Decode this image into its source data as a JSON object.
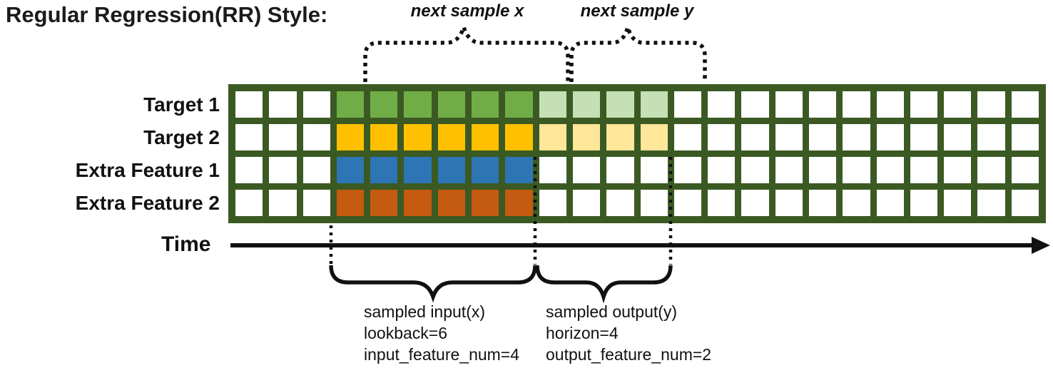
{
  "title": "Regular Regression(RR) Style:",
  "colors": {
    "grid_border": "#3B5A23",
    "cell_empty": "#FFFFFF",
    "target1_input": "#70AD47",
    "target1_output": "#C5E0B4",
    "target2_input": "#FFC000",
    "target2_output": "#FFE699",
    "extra_feature1_input": "#2E75B6",
    "extra_feature2_input": "#C55A11",
    "annotation": "#111111"
  },
  "grid": {
    "columns": 24,
    "input_start_col": 4,
    "lookback": 6,
    "horizon": 4,
    "rows": [
      {
        "label": "Target 1",
        "input_color": "#70AD47",
        "output_color": "#C5E0B4"
      },
      {
        "label": "Target 2",
        "input_color": "#FFC000",
        "output_color": "#FFE699"
      },
      {
        "label": "Extra Feature 1",
        "input_color": "#2E75B6",
        "output_color": null
      },
      {
        "label": "Extra Feature 2",
        "input_color": "#C55A11",
        "output_color": null
      }
    ]
  },
  "annotations": {
    "next_sample_x": "next sample x",
    "next_sample_y": "next sample y",
    "time_label": "Time",
    "sampled_input": {
      "lines": [
        "sampled input(x)",
        "lookback=6",
        "input_feature_num=4"
      ]
    },
    "sampled_output": {
      "lines": [
        "sampled output(y)",
        "horizon=4",
        "output_feature_num=2"
      ]
    }
  }
}
